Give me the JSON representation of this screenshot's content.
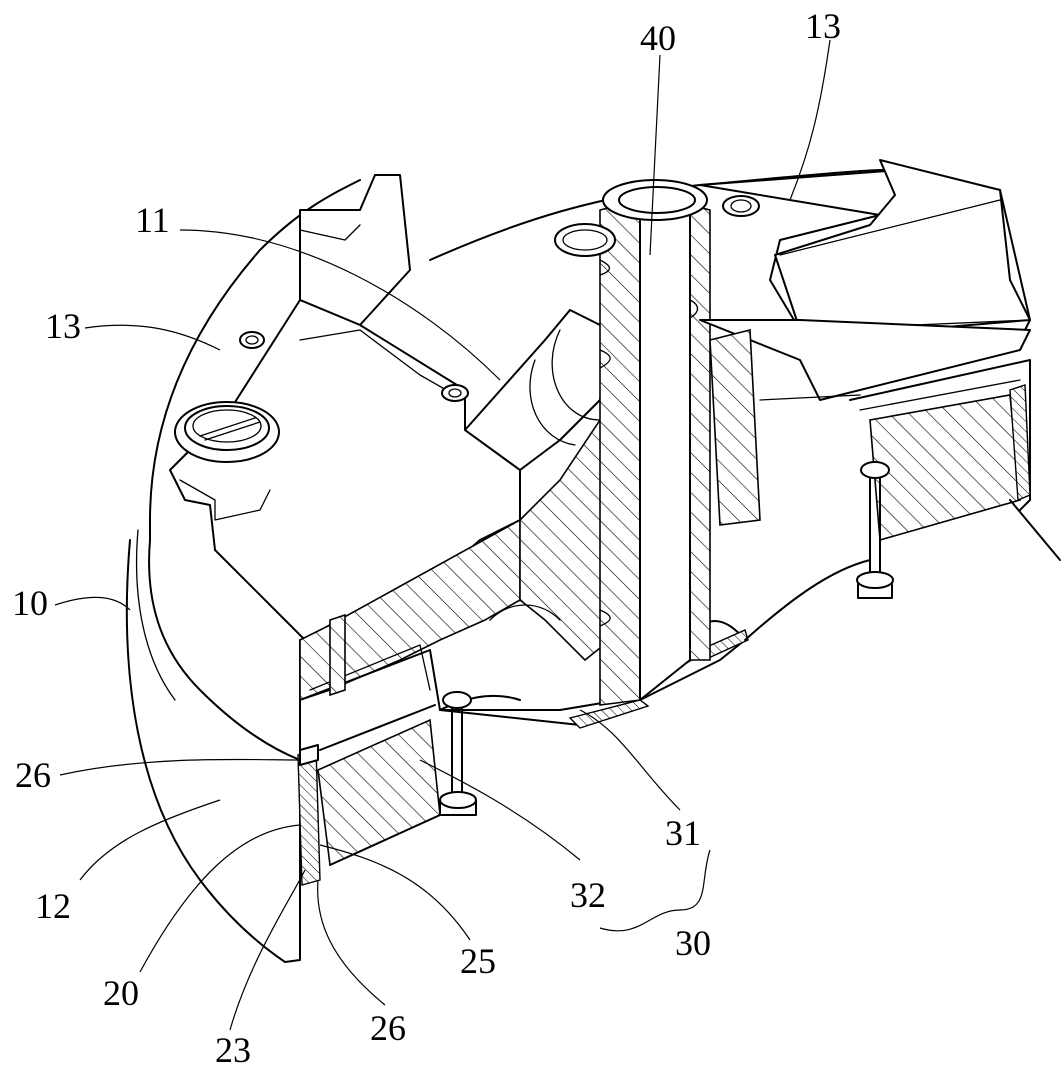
{
  "labels": {
    "l10": "10",
    "l11": "11",
    "l12": "12",
    "l13_left": "13",
    "l13_right": "13",
    "l20": "20",
    "l23": "23",
    "l25": "25",
    "l26_upper": "26",
    "l26_lower": "26",
    "l30": "30",
    "l31": "31",
    "l32": "32",
    "l40": "40"
  }
}
